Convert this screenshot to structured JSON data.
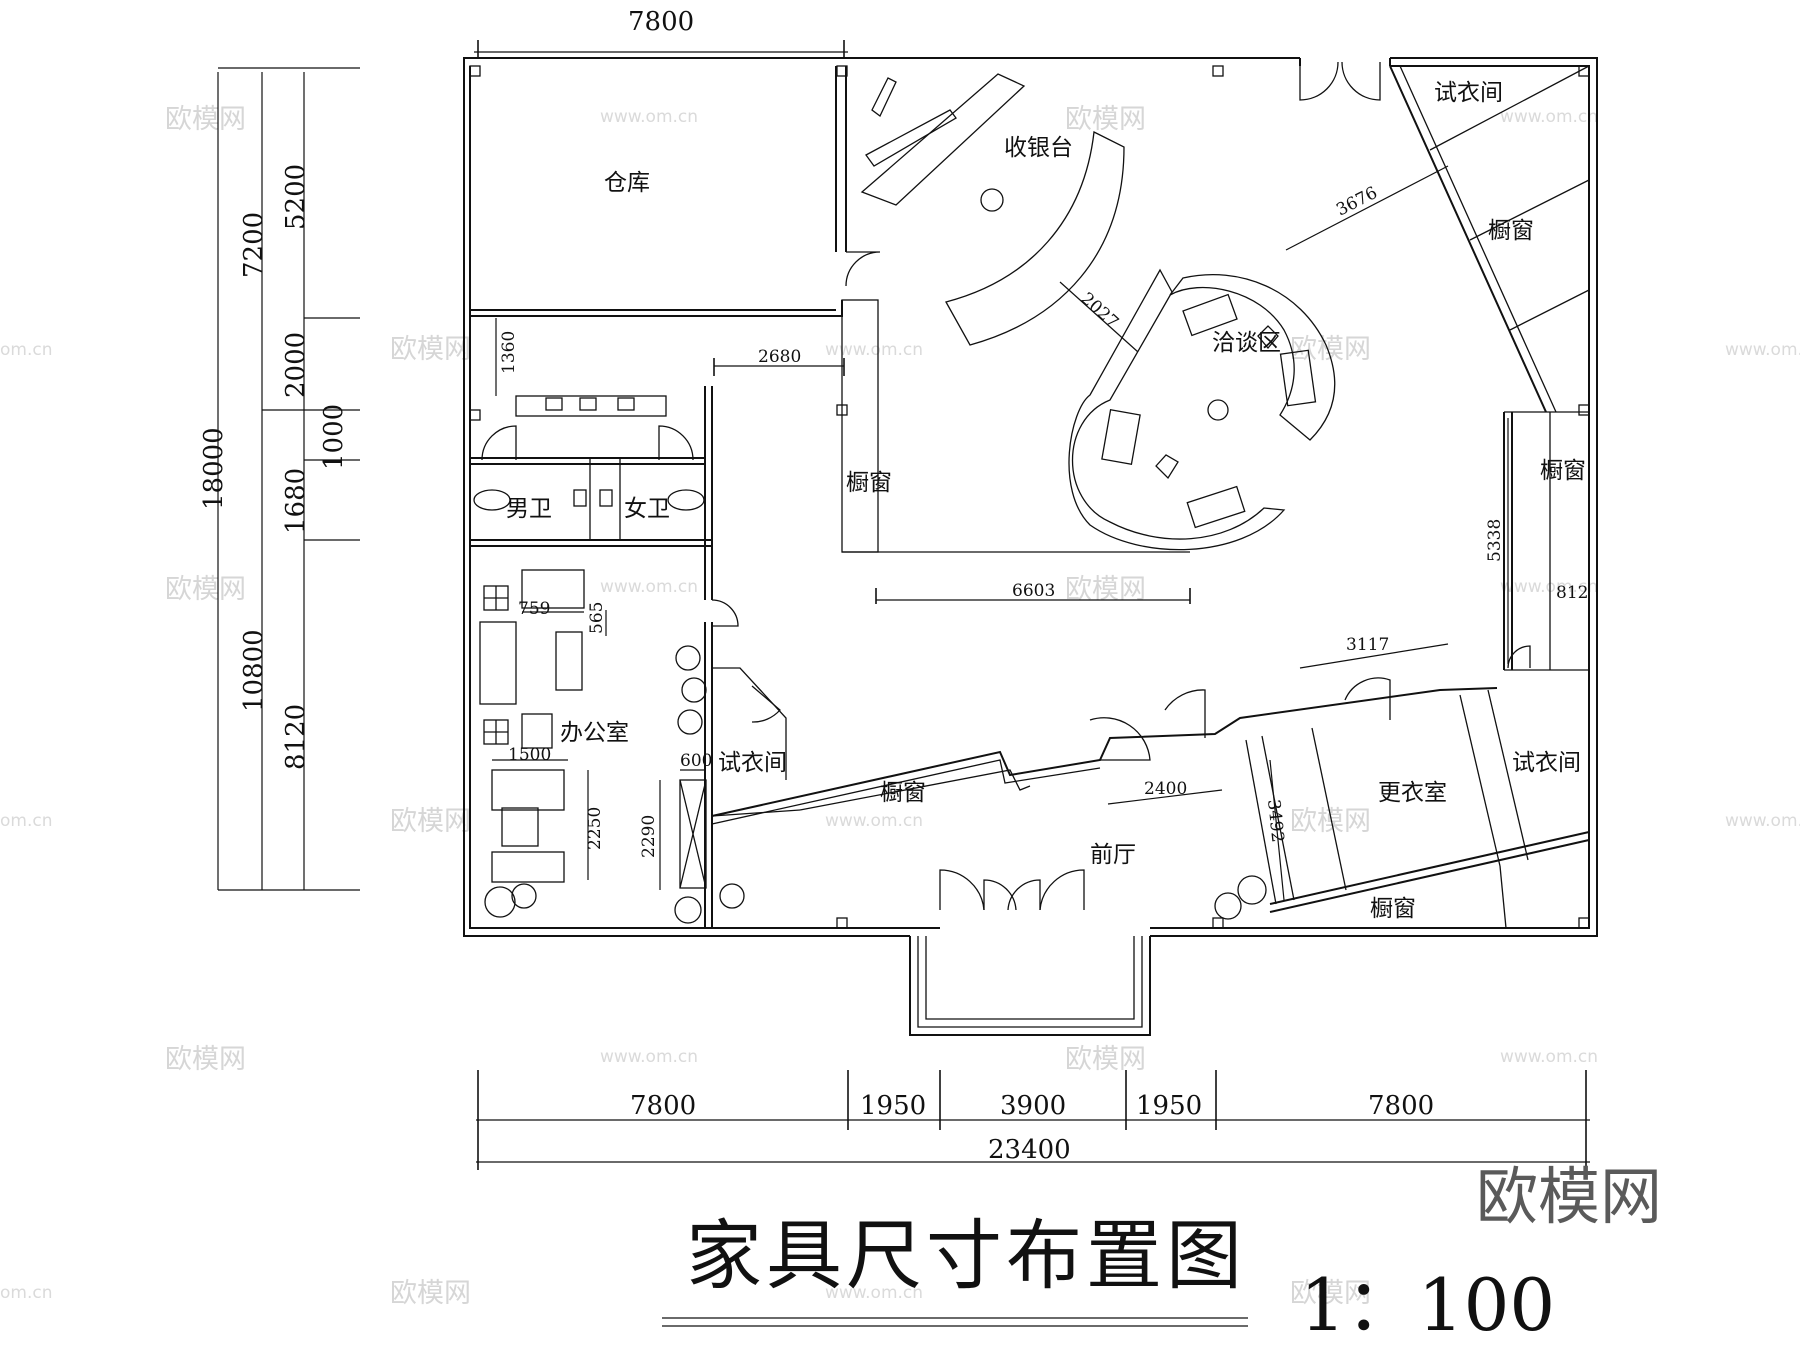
{
  "title": "家具尺寸布置图",
  "scale": "1：100",
  "brand": "欧模网",
  "watermark": {
    "logo": "欧模网",
    "url": "www.om.cn",
    "url_short": "om.cn"
  },
  "rooms": {
    "warehouse": "仓库",
    "cashier": "收银台",
    "fitting_top": "试衣间",
    "showcase_top_right": "橱窗",
    "negotiation": "洽谈区",
    "showcase_center": "橱窗",
    "showcase_right": "橱窗",
    "mens_wc": "男卫",
    "womens_wc": "女卫",
    "office": "办公室",
    "fitting_left": "试衣间",
    "showcase_front_left": "橱窗",
    "front_hall": "前厅",
    "changing_room": "更衣室",
    "fitting_right": "试衣间",
    "showcase_front_right": "橱窗"
  },
  "dimensions": {
    "top_width": "7800",
    "left_total": "18000",
    "left_upper": "7200",
    "left_lower": "10800",
    "left_a": "5200",
    "left_b": "2000",
    "left_c": "1000",
    "left_d": "1680",
    "left_e": "8120",
    "bottom": [
      "7800",
      "1950",
      "3900",
      "1950",
      "7800"
    ],
    "bottom_total": "23400",
    "d_2680": "2680",
    "d_1360": "1360",
    "d_6603": "6603",
    "d_2027": "2027",
    "d_3676": "3676",
    "d_5338": "5338",
    "d_812": "812",
    "d_3117": "3117",
    "d_2400": "2400",
    "d_3492": "3492",
    "d_759": "759",
    "d_565": "565",
    "d_1500": "1500",
    "d_600": "600",
    "d_2250": "2250",
    "d_2290": "2290"
  }
}
